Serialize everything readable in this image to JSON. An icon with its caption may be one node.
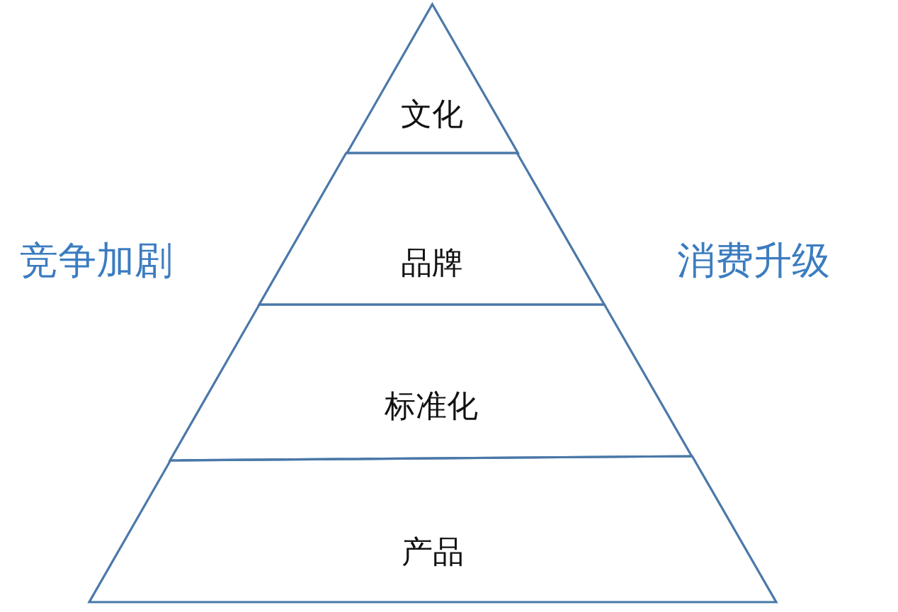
{
  "diagram": {
    "nodes": [
      {
        "text": [
          "文化"
        ]
      },
      {
        "text": [
          "品牌"
        ]
      },
      {
        "text": [
          "标准化"
        ]
      },
      {
        "text": [
          "产品"
        ]
      }
    ],
    "labels": [
      "竞争加剧",
      "消费升级"
    ]
  }
}
